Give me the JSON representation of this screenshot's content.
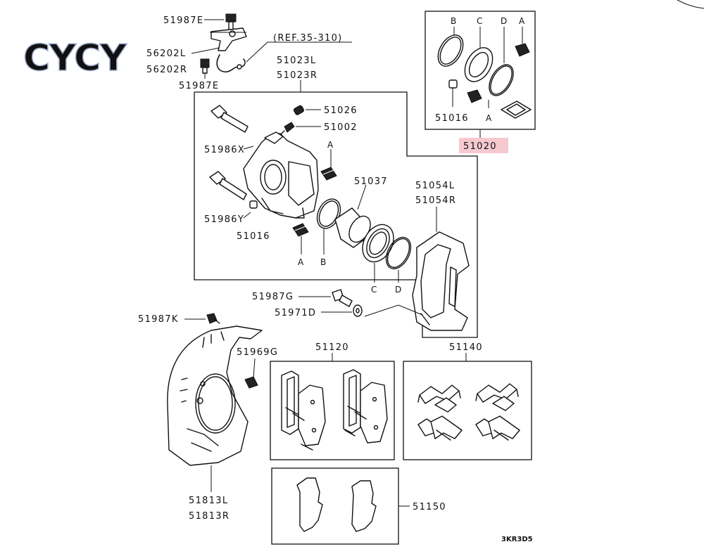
{
  "watermark": "CYCY",
  "diagram_code": "3KR3D5",
  "reference": "(REF.35-310)",
  "labels": {
    "p51987E_top": "51987E",
    "p56202L": "56202L",
    "p56202R": "56202R",
    "p51987E_bot": "51987E",
    "p51023L": "51023L",
    "p51023R": "51023R",
    "p51026": "51026",
    "p51002": "51002",
    "p51986X": "51986X",
    "p51986Y": "51986Y",
    "p51016_main": "51016",
    "p51037": "51037",
    "p51054L": "51054L",
    "p51054R": "51054R",
    "p51987G": "51987G",
    "p51971D": "51971D",
    "p51987K": "51987K",
    "p51969G": "51969G",
    "p51120": "51120",
    "p51140": "51140",
    "p51813L": "51813L",
    "p51813R": "51813R",
    "p51150": "51150",
    "p51020": "51020",
    "p51016_kit": "51016"
  },
  "letters": {
    "kit_B": "B",
    "kit_C": "C",
    "kit_D": "D",
    "kit_A_top": "A",
    "kit_A_bot": "A",
    "main_A_top": "A",
    "main_A_bot": "A",
    "main_B": "B",
    "main_C": "C",
    "main_D": "D"
  },
  "colors": {
    "highlight": "#f6c9cf",
    "line": "#111111"
  }
}
